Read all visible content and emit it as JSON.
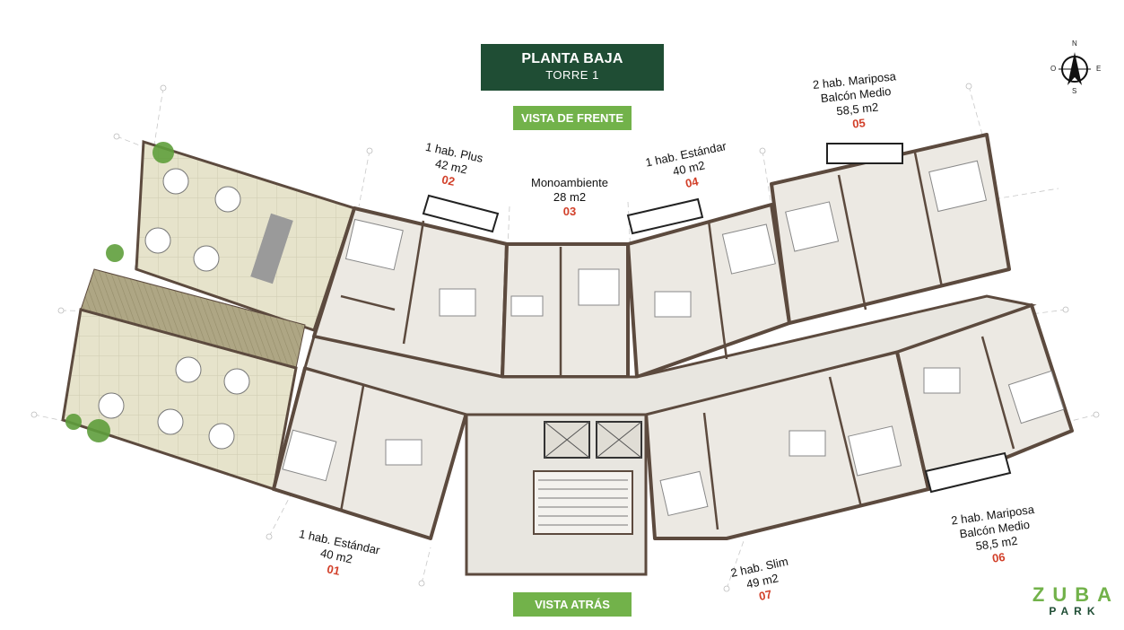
{
  "header": {
    "title": "PLANTA BAJA",
    "subtitle": "TORRE 1"
  },
  "views": {
    "front": "VISTA DE FRENTE",
    "back": "VISTA ATRÁS"
  },
  "compass": {
    "n": "N",
    "s": "S",
    "e": "E",
    "o": "O"
  },
  "units": [
    {
      "lines": [
        "1 hab. Estándar",
        "40 m2"
      ],
      "number": "01"
    },
    {
      "lines": [
        "1 hab. Plus",
        "42 m2"
      ],
      "number": "02"
    },
    {
      "lines": [
        "Monoambiente",
        "28 m2"
      ],
      "number": "03"
    },
    {
      "lines": [
        "1 hab. Estándar",
        "40 m2"
      ],
      "number": "04"
    },
    {
      "lines": [
        "2 hab. Mariposa",
        "Balcón Medio",
        "58,5 m2"
      ],
      "number": "05"
    },
    {
      "lines": [
        "2 hab. Mariposa",
        "Balcón Medio",
        "58,5 m2"
      ],
      "number": "06"
    },
    {
      "lines": [
        "2 hab. Slim",
        "49 m2"
      ],
      "number": "07"
    }
  ],
  "brand": {
    "name": "ZUBA",
    "sub": "PARK"
  },
  "colors": {
    "title_bg": "#1f4d34",
    "badge_bg": "#72b24a",
    "unit_number": "#d2402a",
    "wall": "#5c4a3e",
    "terrace": "#e4e1c8",
    "deck": "#a8a27e",
    "room": "#ece9e3",
    "corridor": "#e8e6e0"
  }
}
